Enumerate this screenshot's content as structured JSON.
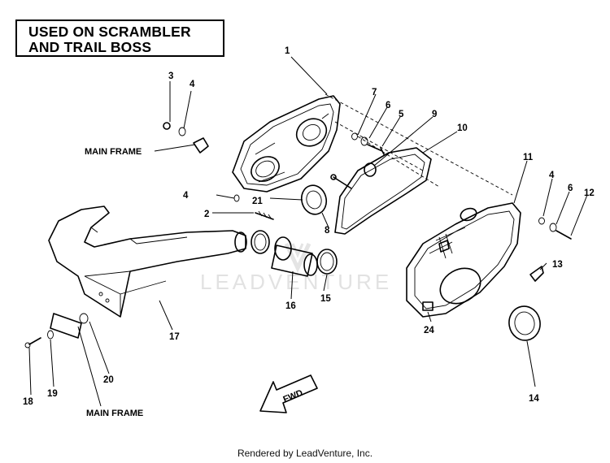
{
  "header": {
    "line1": "USED ON SCRAMBLER",
    "line2": "AND TRAIL BOSS"
  },
  "watermark": "LEADVENTURE",
  "footer": "Rendered by LeadVenture, Inc.",
  "labels": {
    "main_frame_top": "MAIN FRAME",
    "main_frame_bottom": "MAIN FRAME",
    "fwd": "FWD"
  },
  "callouts": {
    "c1": "1",
    "c2": "2",
    "c3": "3",
    "c4a": "4",
    "c4b": "4",
    "c4c": "4",
    "c5": "5",
    "c6a": "6",
    "c6b": "6",
    "c7": "7",
    "c8": "8",
    "c9": "9",
    "c10": "10",
    "c11": "11",
    "c12": "12",
    "c13": "13",
    "c14": "14",
    "c15": "15",
    "c16": "16",
    "c17": "17",
    "c18": "18",
    "c19": "19",
    "c20": "20",
    "c21": "21",
    "c24": "24"
  }
}
